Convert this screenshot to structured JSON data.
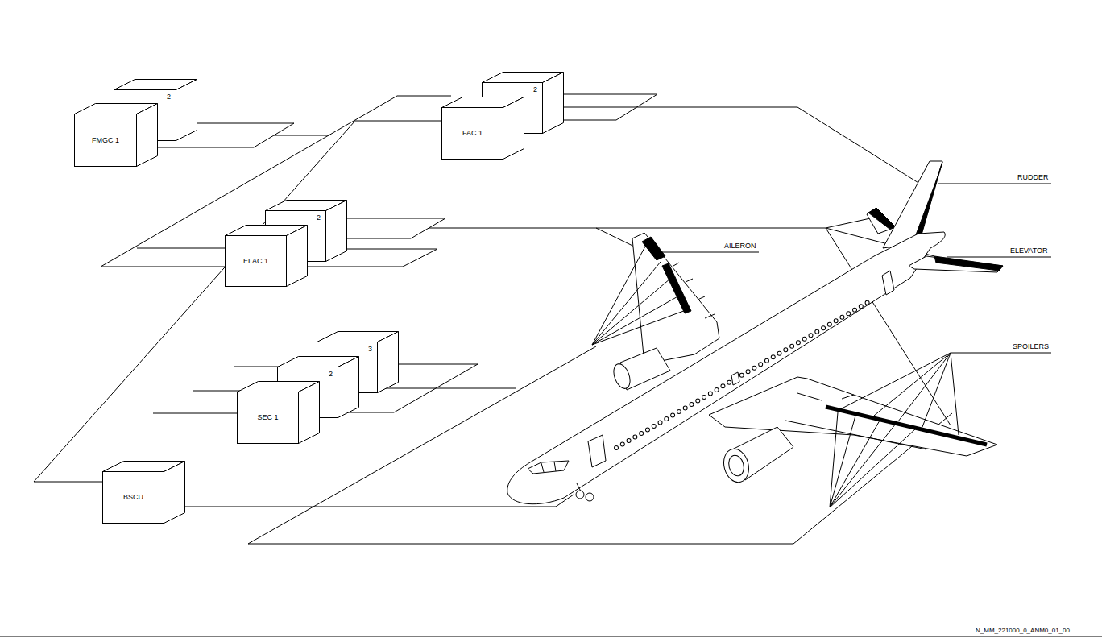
{
  "diagram": {
    "nodes": [
      {
        "text": [
          "2"
        ]
      },
      {
        "text": [
          "FMGC 1"
        ]
      },
      {
        "text": [
          "2"
        ]
      },
      {
        "text": [
          "FAC 1"
        ]
      },
      {
        "text": [
          "2"
        ]
      },
      {
        "text": [
          "ELAC 1"
        ]
      },
      {
        "text": [
          "3"
        ]
      },
      {
        "text": [
          "2"
        ]
      },
      {
        "text": [
          "SEC 1"
        ]
      },
      {
        "text": [
          "BSCU"
        ]
      }
    ],
    "labels": [
      "RUDDER",
      "AILERON",
      "ELEVATOR",
      "SPOILERS",
      "N_MM_221000_0_ANM0_01_00"
    ]
  }
}
